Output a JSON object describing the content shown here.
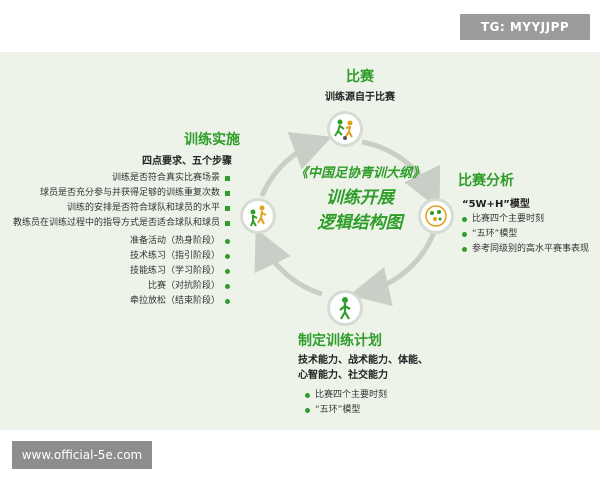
{
  "watermarks": {
    "top_right": "TG: MYYJJPP",
    "bottom_left": "www.official-5e.com"
  },
  "center": {
    "line1": "《中国足协青训大纲》",
    "line2": "训练开展",
    "line3": "逻辑结构图"
  },
  "top": {
    "title": "比赛",
    "subtitle": "训练源自于比赛",
    "icon": "soccer-players-icon"
  },
  "right": {
    "title": "比赛分析",
    "subtitle": "“5W+H”模型",
    "items": [
      "比赛四个主要时刻",
      "“五环”模型",
      "参考同级别的高水平赛事表现"
    ],
    "icon": "analysis-icon"
  },
  "bottom": {
    "title": "制定训练计划",
    "subtitle_line1": "技术能力、战术能力、体能、",
    "subtitle_line2": "心智能力、社交能力",
    "items": [
      "比赛四个主要时刻",
      "“五环”模型"
    ],
    "icon": "coach-icon"
  },
  "left": {
    "title": "训练实施",
    "subtitle": "四点要求、五个步骤",
    "requirements": [
      "训练是否符合真实比赛场景",
      "球员是否充分参与并获得足够的训练重复次数",
      "训练的安排是否符合球队和球员的水平",
      "教练员在训练过程中的指导方式是否适合球队和球员"
    ],
    "steps": [
      "准备活动（热身阶段）",
      "技术练习（指引阶段）",
      "技能练习（学习阶段）",
      "比赛（对抗阶段）",
      "牵拉放松（结束阶段）"
    ],
    "icon": "training-icon"
  },
  "colors": {
    "accent_green": "#2f9d2a",
    "panel_bg": "#eef3ea",
    "arrow_gray": "#c9cec6",
    "watermark_gray": "#9b9b9b"
  }
}
